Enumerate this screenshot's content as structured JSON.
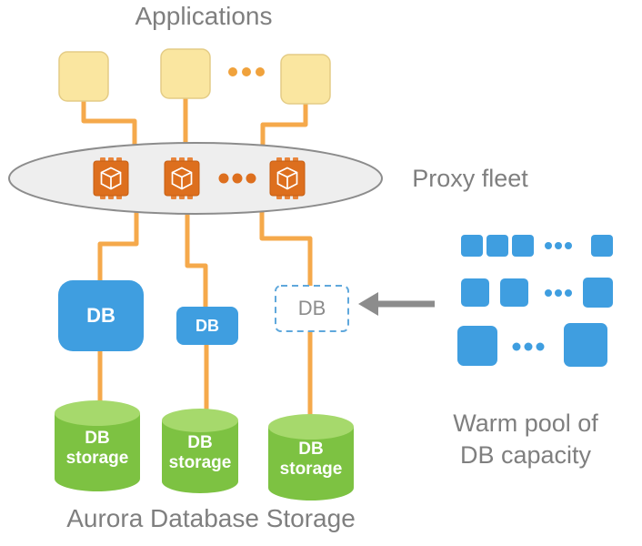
{
  "title": "Applications",
  "proxy_fleet": {
    "label": "Proxy fleet"
  },
  "db_instances": [
    {
      "label": "DB"
    },
    {
      "label": "DB"
    },
    {
      "label": "DB"
    }
  ],
  "storage_nodes": [
    {
      "line1": "DB",
      "line2": "storage"
    },
    {
      "line1": "DB",
      "line2": "storage"
    },
    {
      "line1": "DB",
      "line2": "storage"
    }
  ],
  "storage_caption": "Aurora Database Storage",
  "warm_pool": {
    "line1": "Warm pool of",
    "line2": "DB capacity"
  },
  "icons": {
    "proxy_node": "aws-compute-icon",
    "application_node": "application-box",
    "top_ellipsis": "ellipsis-dots-orange",
    "proxy_ellipsis": "ellipsis-dots-orange",
    "warm_pool_ellipsis": "ellipsis-dots-blue",
    "arrow": "left-arrow"
  },
  "colors": {
    "connector_orange": "#F5A94B",
    "app_yellow": "#FAE6A0",
    "instance_blue": "#3F9EE0",
    "storage_green": "#7DC242",
    "storage_green_light": "#A6D96C",
    "icon_orange": "#DD6F1E",
    "text_gray": "#7F7F7F",
    "ellipse_fill": "#EEEEEE",
    "ellipse_stroke": "#8C8C8C"
  }
}
